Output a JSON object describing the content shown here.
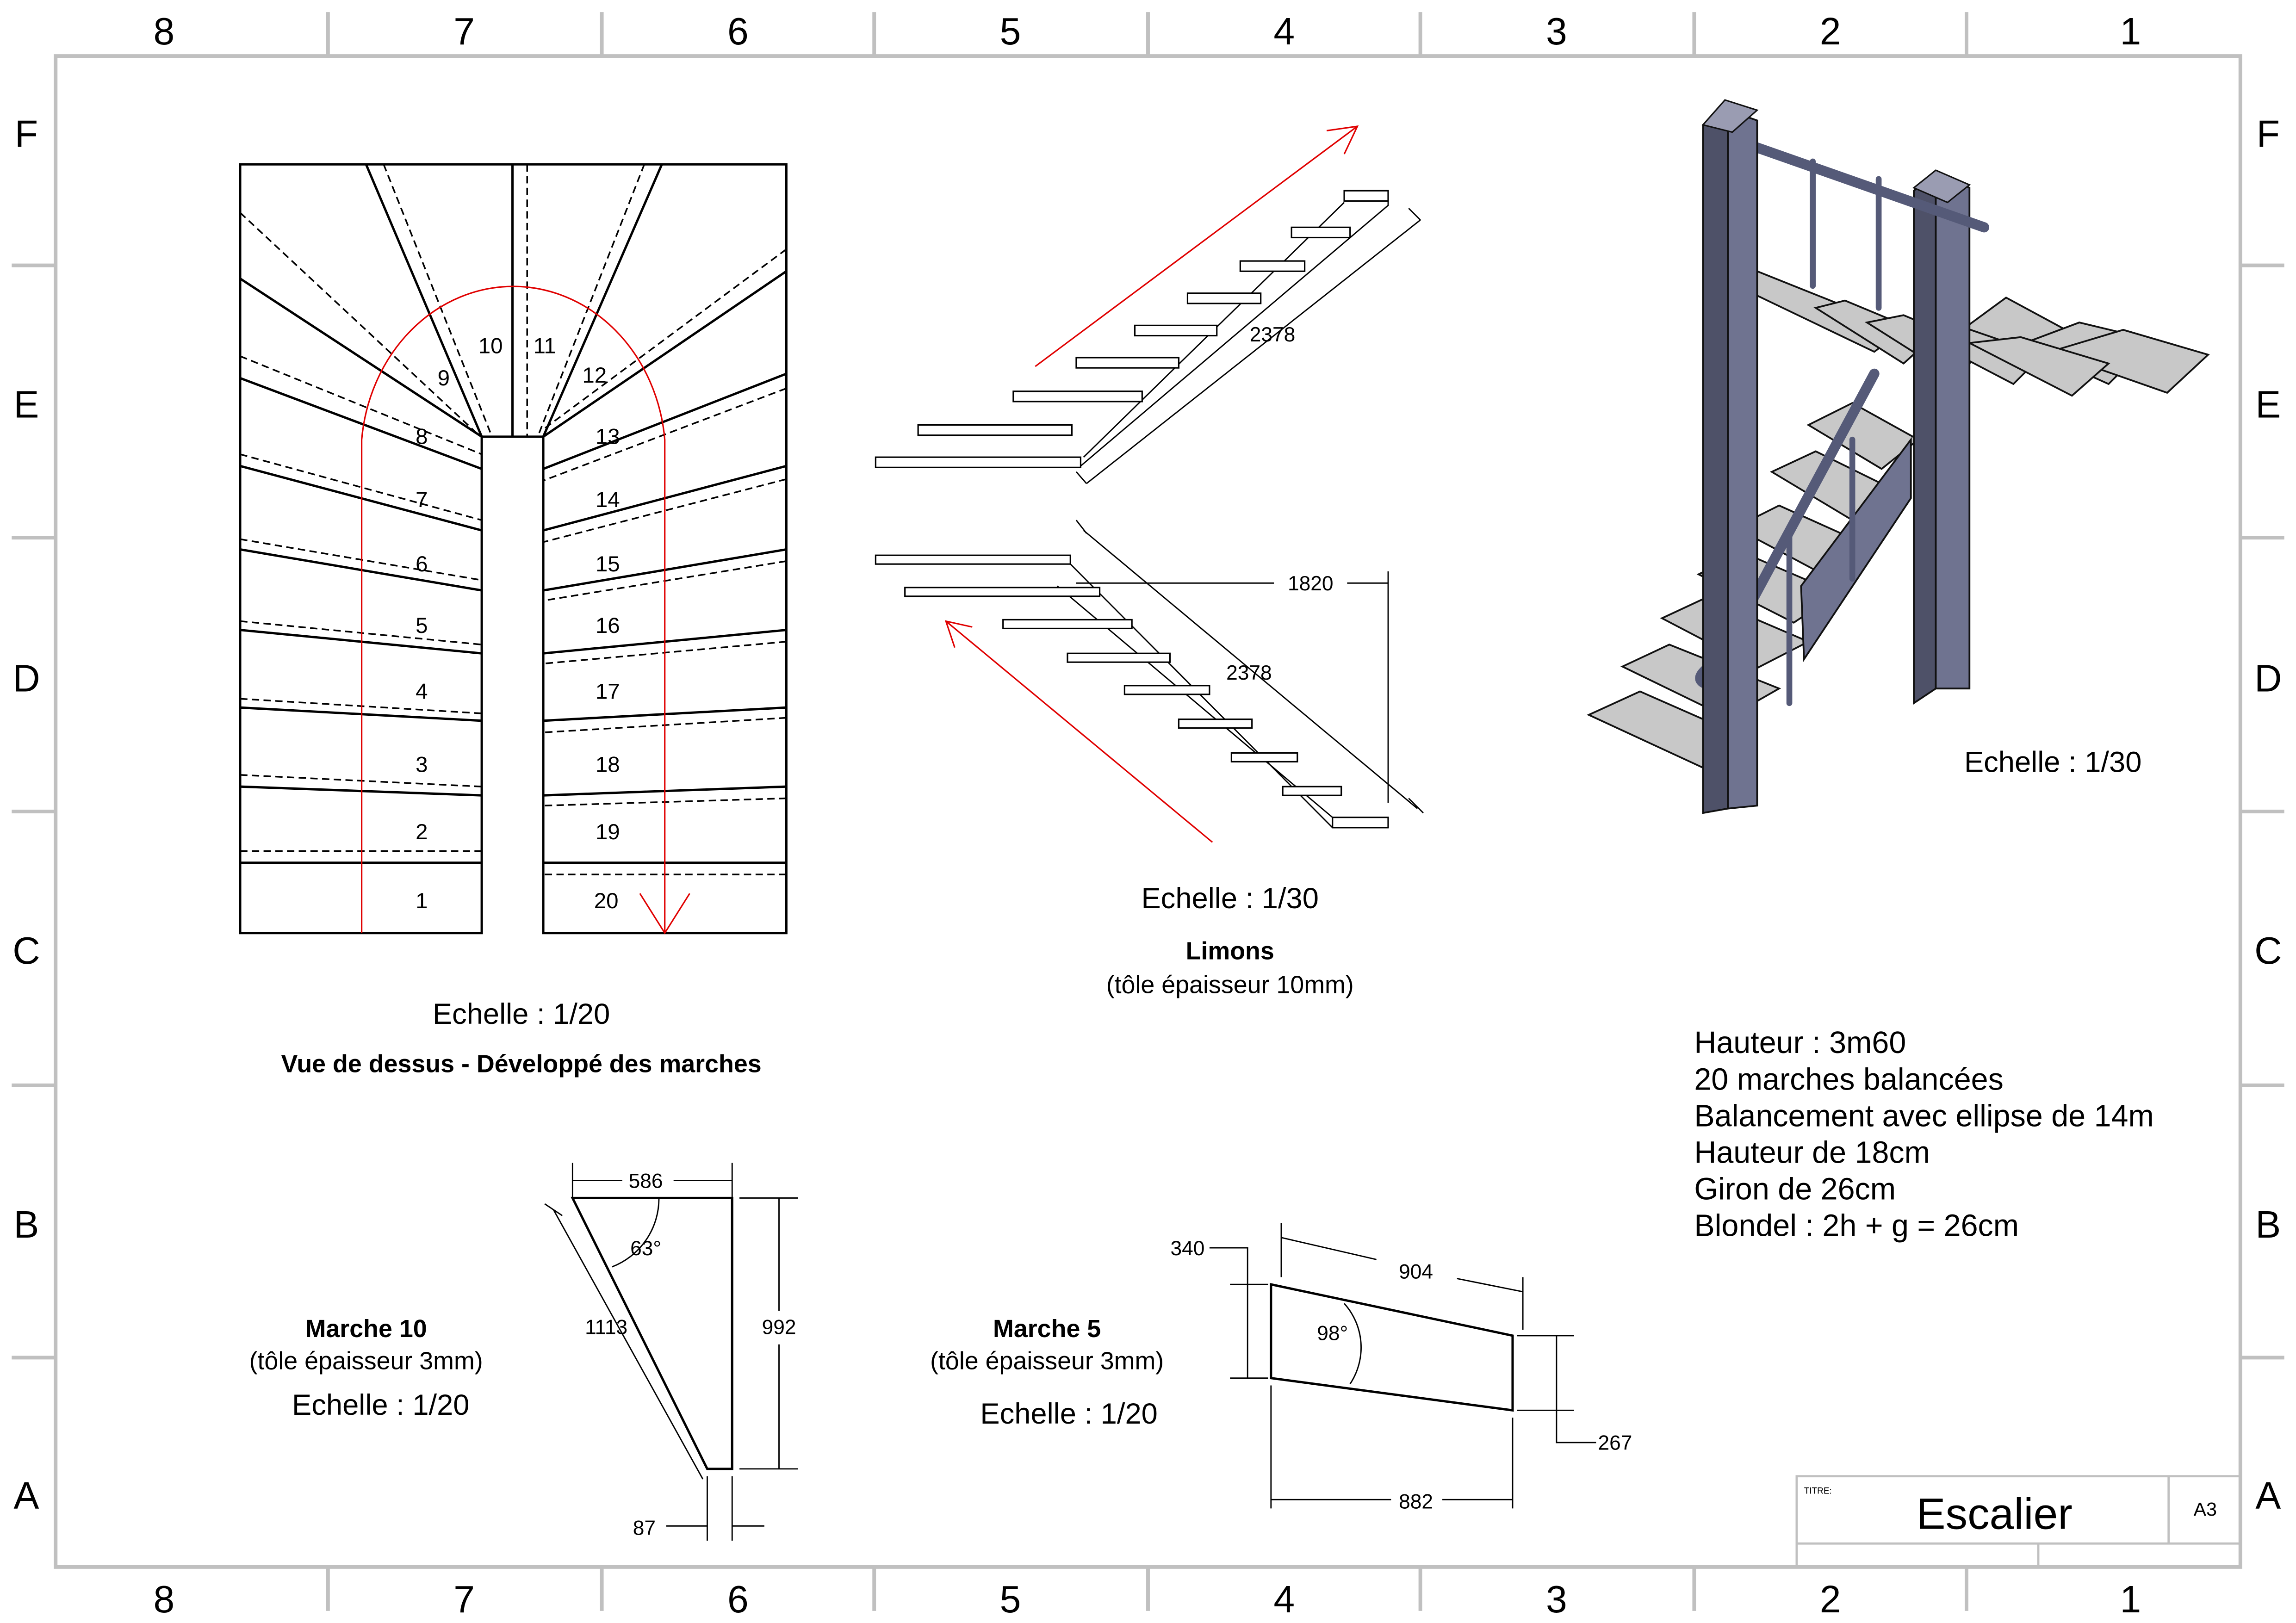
{
  "sheet": {
    "columns": [
      "8",
      "7",
      "6",
      "5",
      "4",
      "3",
      "2",
      "1"
    ],
    "rows": [
      "F",
      "E",
      "D",
      "C",
      "B",
      "A"
    ]
  },
  "top_view": {
    "step_numbers": [
      "1",
      "2",
      "3",
      "4",
      "5",
      "6",
      "7",
      "8",
      "9",
      "10",
      "11",
      "12",
      "13",
      "14",
      "15",
      "16",
      "17",
      "18",
      "19",
      "20"
    ],
    "scale": "Echelle : 1/20",
    "title": "Vue de dessus - Développé des marches"
  },
  "limons": {
    "dimensions": {
      "upper_length": "2378",
      "lower_length": "2378",
      "horizontal": "1820"
    },
    "scale": "Echelle : 1/30",
    "title": "Limons",
    "subtitle": "(tôle épaisseur 10mm)"
  },
  "iso_view": {
    "scale": "Echelle : 1/30"
  },
  "notes": [
    "Hauteur : 3m60",
    "20 marches balancées",
    "Balancement avec ellipse de 14m",
    "Hauteur de 18cm",
    "Giron de 26cm",
    "Blondel : 2h + g = 26cm"
  ],
  "marche10": {
    "title": "Marche 10",
    "subtitle": "(tôle épaisseur 3mm)",
    "scale": "Echelle : 1/20",
    "dims": {
      "top": "586",
      "right": "992",
      "slant": "1113",
      "bottom": "87",
      "angle": "63°"
    }
  },
  "marche5": {
    "title": "Marche 5",
    "subtitle": "(tôle épaisseur 3mm)",
    "scale": "Echelle : 1/20",
    "dims": {
      "top": "904",
      "left": "340",
      "right": "267",
      "bottom": "882",
      "angle": "98°"
    }
  },
  "title_block": {
    "label": "TITRE:",
    "title": "Escalier",
    "size": "A3"
  },
  "colors": {
    "arrow": "#e00000",
    "steel": "#6f7390",
    "tread": "#c8c8c8"
  }
}
